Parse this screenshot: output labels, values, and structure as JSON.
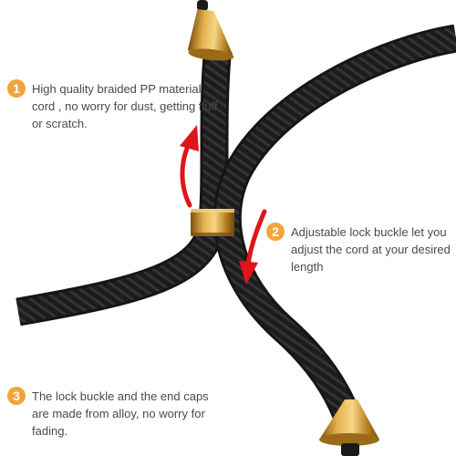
{
  "callouts": [
    {
      "number": "1",
      "text": "High quality braided PP material cord , no worry for dust, getting fluff or scratch."
    },
    {
      "number": "2",
      "text": "Adjustable lock buckle let you adjust the cord at your desired length"
    },
    {
      "number": "3",
      "text": "The lock buckle and the end caps are made from alloy, no worry for fading."
    }
  ],
  "colors": {
    "background": "#ffffff",
    "badge": "#f0a53c",
    "text": "#4a4a4a",
    "cord": "#1e1e1e",
    "metal": "#c8902a",
    "arrow": "#e0141b"
  },
  "icons": [
    "up-arrow-icon",
    "down-arrow-icon"
  ]
}
